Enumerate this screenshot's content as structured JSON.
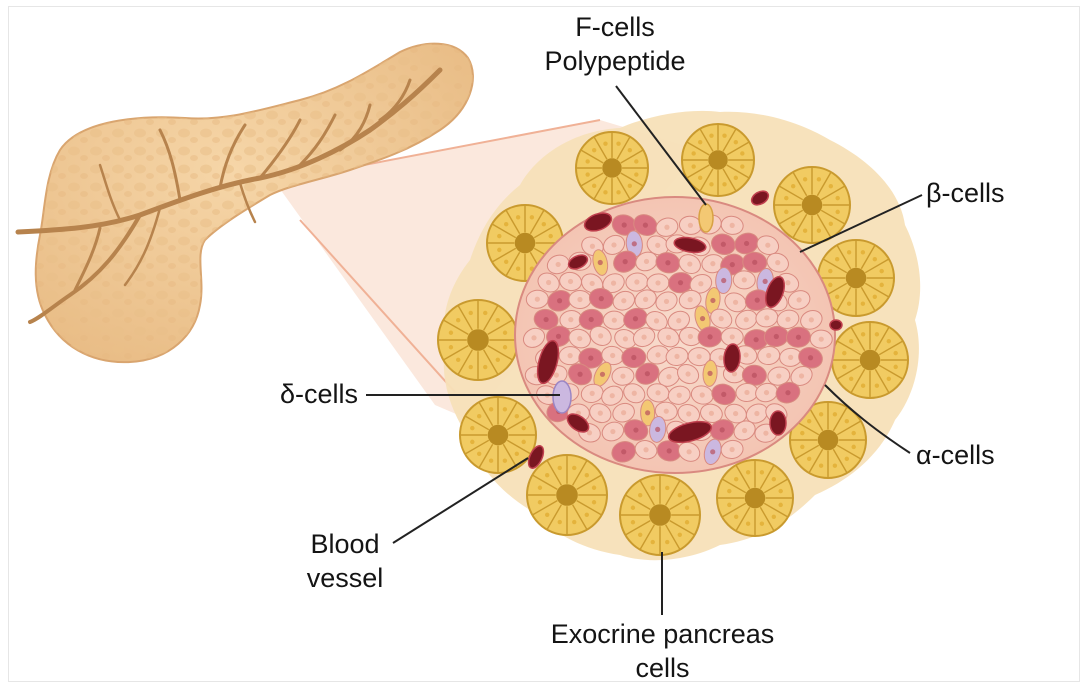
{
  "labels": {
    "f_cells_line1": "F-cells",
    "f_cells_line2": "Polypeptide",
    "beta_cells": "β-cells",
    "delta_cells": "δ-cells",
    "alpha_cells": "α-cells",
    "blood_vessel_line1": "Blood",
    "blood_vessel_line2": "vessel",
    "exocrine_line1": "Exocrine pancreas",
    "exocrine_line2": "cells"
  },
  "colors": {
    "pancreas": "#f0c894",
    "pancreas_shadow": "#ddb07a",
    "vessel": "#b5834f",
    "zoom_cone": "#f7d3c0",
    "islet_outer": "#f7e2bd",
    "islet_core": "#f6d1c0",
    "beta_cell": "#f7cfc3",
    "alpha_cell": "#d9717f",
    "delta_cell": "#cbb8e0",
    "f_cell": "#f3c873",
    "blood": "#7a1621",
    "acinus": "#f1cb62",
    "acinus_center": "#b88a22",
    "leader_line": "#222222"
  }
}
